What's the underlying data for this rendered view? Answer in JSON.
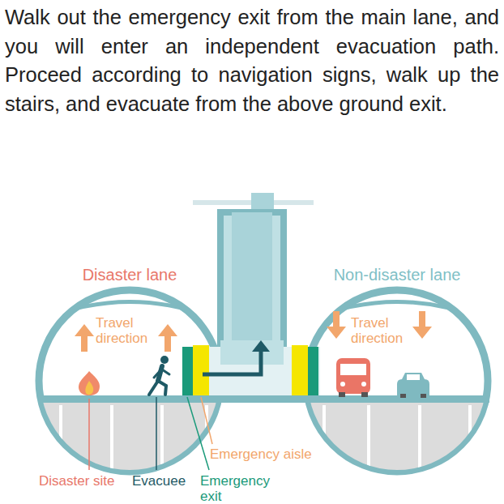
{
  "diagram": {
    "nodes": [
      {
        "text": [
          "Disaster lane",
          "Travel direction"
        ]
      },
      {
        "text": [
          "Non-disaster lane",
          "Travel direction"
        ]
      }
    ],
    "labels": [
      "Walk out the emergency exit from the main lane, and you will enter an independent evacuation path. Proceed according to navigation signs, walk up the stairs, and evacuate from the above ground exit.",
      "Disaster site",
      "Evacuee",
      "Emergency exit",
      "Emergency aisle"
    ]
  }
}
